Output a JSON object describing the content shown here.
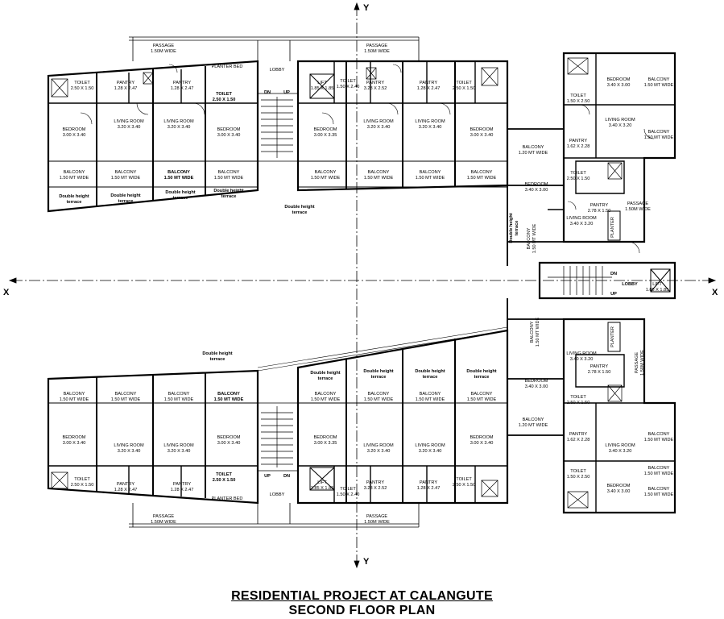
{
  "title": {
    "line1": "RESIDENTIAL PROJECT AT CALANGUTE",
    "line2": "SECOND FLOOR PLAN"
  },
  "axes": {
    "x_left": "X",
    "x_right": "X",
    "y_top": "Y",
    "y_bottom": "Y"
  },
  "rooms": [
    {
      "name": "PASSAGE",
      "dim": "1.50M WIDE"
    },
    {
      "name": "PASSAGE",
      "dim": "1.50M WIDE"
    },
    {
      "name": "PLANTER BED",
      "dim": ""
    },
    {
      "name": "LOBBY",
      "dim": ""
    },
    {
      "name": "TOILET",
      "dim": "2.50 X 1.50"
    },
    {
      "name": "PANTRY",
      "dim": "1.28 X 2.47"
    },
    {
      "name": "PANTRY",
      "dim": "1.28 X 2.47"
    },
    {
      "name": "TOILET",
      "dim": "2.50 X 1.50"
    },
    {
      "name": "LIFT",
      "dim": "1.85 X 1.85"
    },
    {
      "name": "TOILET",
      "dim": "1.50 X 2.40"
    },
    {
      "name": "PANTRY",
      "dim": "3.28 X 2.52"
    },
    {
      "name": "PANTRY",
      "dim": "1.28 X 2.47"
    },
    {
      "name": "TOILET",
      "dim": "2.50 X 1.50"
    },
    {
      "name": "BEDROOM",
      "dim": "3.00 X 3.40"
    },
    {
      "name": "LIVING ROOM",
      "dim": "3.20 X 3.40"
    },
    {
      "name": "LIVING ROOM",
      "dim": "3.20 X 3.40"
    },
    {
      "name": "BEDROOM",
      "dim": "3.00 X 3.40"
    },
    {
      "name": "BEDROOM",
      "dim": "3.00 X 3.35"
    },
    {
      "name": "LIVING ROOM",
      "dim": "3.20 X 3.40"
    },
    {
      "name": "LIVING ROOM",
      "dim": "3.20 X 3.40"
    },
    {
      "name": "BEDROOM",
      "dim": "3.00 X 3.40"
    },
    {
      "name": "BALCONY",
      "dim": "1.50 MT WIDE"
    },
    {
      "name": "BALCONY",
      "dim": "1.50 MT WIDE"
    },
    {
      "name": "BALCONY",
      "dim": "1.50 MT WIDE"
    },
    {
      "name": "BALCONY",
      "dim": "1.50 MT WIDE"
    },
    {
      "name": "BALCONY",
      "dim": "1.50 MT WIDE"
    },
    {
      "name": "BALCONY",
      "dim": "1.50 MT WIDE"
    },
    {
      "name": "BALCONY",
      "dim": "1.50 MT WIDE"
    },
    {
      "name": "BALCONY",
      "dim": "1.50 MT WIDE"
    },
    {
      "name": "Double height",
      "dim": "terrace"
    },
    {
      "name": "Double height",
      "dim": "terrace"
    },
    {
      "name": "Double height",
      "dim": "terrace"
    },
    {
      "name": "Double height",
      "dim": "terrace"
    },
    {
      "name": "Double height",
      "dim": "terrace"
    },
    {
      "name": "BEDROOM",
      "dim": "3.40 X 3.00"
    },
    {
      "name": "BALCONY",
      "dim": "1.50 MT WIDE"
    },
    {
      "name": "TOILET",
      "dim": "1.50 X 2.50"
    },
    {
      "name": "LIVING ROOM",
      "dim": "3.40 X 3.20"
    },
    {
      "name": "PANTRY",
      "dim": "1.62 X 2.28"
    },
    {
      "name": "BALCONY",
      "dim": "1.50 MT WIDE"
    },
    {
      "name": "BALCONY",
      "dim": "1.20 MT WIDE"
    },
    {
      "name": "BEDROOM",
      "dim": "3.40 X 3.00"
    },
    {
      "name": "TOILET",
      "dim": "2.50 X 1.50"
    },
    {
      "name": "PANTRY",
      "dim": "2.78 X 1.50"
    },
    {
      "name": "PASSAGE",
      "dim": "1.50M WIDE"
    },
    {
      "name": "LIVING ROOM",
      "dim": "3.40 X 3.20"
    },
    {
      "name": "BALCONY",
      "dim": "1.50 MT WIDE"
    },
    {
      "name": "PLANTER",
      "dim": ""
    },
    {
      "name": "Double height",
      "dim": "terrace"
    },
    {
      "name": "LOBBY",
      "dim": ""
    },
    {
      "name": "LIFT",
      "dim": "1.85 X 1.85"
    },
    {
      "name": "BALCONY",
      "dim": "1.50 MT WIDE"
    },
    {
      "name": "LIVING ROOM",
      "dim": "3.40 X 3.20"
    },
    {
      "name": "PLANTER",
      "dim": ""
    },
    {
      "name": "PANTRY",
      "dim": "2.78 X 1.50"
    },
    {
      "name": "PASSAGE",
      "dim": "1.50M WIDE"
    },
    {
      "name": "BEDROOM",
      "dim": "3.40 X 3.00"
    },
    {
      "name": "TOILET",
      "dim": "2.50 X 1.50"
    },
    {
      "name": "BALCONY",
      "dim": "1.20 MT WIDE"
    },
    {
      "name": "PANTRY",
      "dim": "1.62 X 2.28"
    },
    {
      "name": "BALCONY",
      "dim": "1.50 MT WIDE"
    },
    {
      "name": "LIVING ROOM",
      "dim": "3.40 X 3.20"
    },
    {
      "name": "BALCONY",
      "dim": "1.50 MT WIDE"
    },
    {
      "name": "TOILET",
      "dim": "1.50 X 2.50"
    },
    {
      "name": "BEDROOM",
      "dim": "3.40 X 3.00"
    },
    {
      "name": "BALCONY",
      "dim": "1.50 MT WIDE"
    },
    {
      "name": "Double height",
      "dim": "terrace"
    },
    {
      "name": "BALCONY",
      "dim": "1.50 MT WIDE"
    },
    {
      "name": "BALCONY",
      "dim": "1.50 MT WIDE"
    },
    {
      "name": "BALCONY",
      "dim": "1.50 MT WIDE"
    },
    {
      "name": "BALCONY",
      "dim": "1.50 MT WIDE"
    },
    {
      "name": "Double height",
      "dim": "terrace"
    },
    {
      "name": "Double height",
      "dim": "terrace"
    },
    {
      "name": "Double height",
      "dim": "terrace"
    },
    {
      "name": "Double height",
      "dim": "terrace"
    },
    {
      "name": "BALCONY",
      "dim": "1.50 MT WIDE"
    },
    {
      "name": "BALCONY",
      "dim": "1.50 MT WIDE"
    },
    {
      "name": "BALCONY",
      "dim": "1.50 MT WIDE"
    },
    {
      "name": "BALCONY",
      "dim": "1.50 MT WIDE"
    },
    {
      "name": "BEDROOM",
      "dim": "3.00 X 3.40"
    },
    {
      "name": "LIVING ROOM",
      "dim": "3.20 X 3.40"
    },
    {
      "name": "LIVING ROOM",
      "dim": "3.20 X 3.40"
    },
    {
      "name": "BEDROOM",
      "dim": "3.00 X 3.40"
    },
    {
      "name": "BEDROOM",
      "dim": "3.00 X 3.35"
    },
    {
      "name": "LIVING ROOM",
      "dim": "3.20 X 3.40"
    },
    {
      "name": "LIVING ROOM",
      "dim": "3.20 X 3.40"
    },
    {
      "name": "BEDROOM",
      "dim": "3.00 X 3.40"
    },
    {
      "name": "TOILET",
      "dim": "2.50 X 1.50"
    },
    {
      "name": "PANTRY",
      "dim": "1.28 X 2.47"
    },
    {
      "name": "PANTRY",
      "dim": "1.28 X 2.47"
    },
    {
      "name": "TOILET",
      "dim": "2.50 X 1.50"
    },
    {
      "name": "LIFT",
      "dim": "1.85 X 1.85"
    },
    {
      "name": "TOILET",
      "dim": "1.50 X 2.40"
    },
    {
      "name": "PANTRY",
      "dim": "3.28 X 2.52"
    },
    {
      "name": "PANTRY",
      "dim": "1.28 X 2.47"
    },
    {
      "name": "TOILET",
      "dim": "2.50 X 1.50"
    },
    {
      "name": "PLANTER BED",
      "dim": ""
    },
    {
      "name": "LOBBY",
      "dim": ""
    },
    {
      "name": "PASSAGE",
      "dim": "1.50M WIDE"
    },
    {
      "name": "PASSAGE",
      "dim": "1.50M WIDE"
    }
  ],
  "stairs": {
    "top_dn": "DN",
    "top_up": "UP",
    "right_dn": "DN",
    "right_up": "UP",
    "bottom_up": "UP",
    "bottom_dn": "DN"
  }
}
